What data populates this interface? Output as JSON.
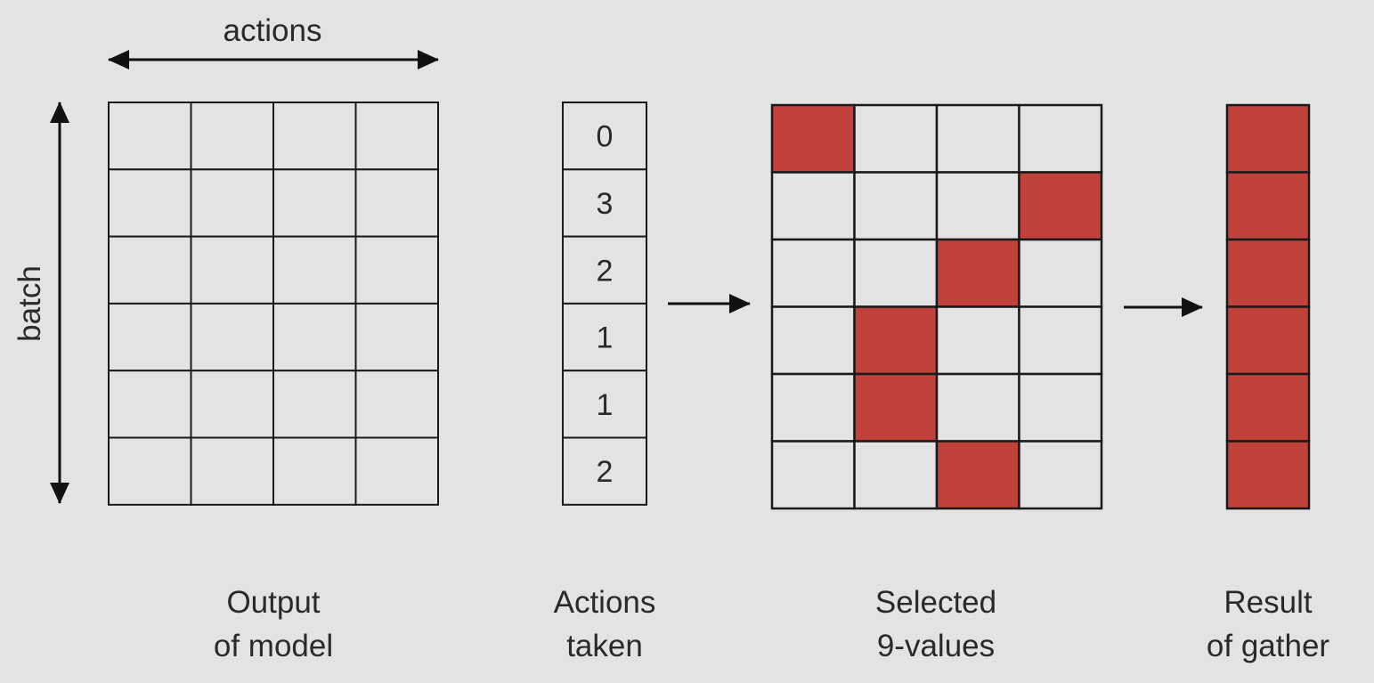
{
  "axes": {
    "actions_label": "actions",
    "batch_label": "batch"
  },
  "actions_taken": [
    "0",
    "3",
    "2",
    "1",
    "1",
    "2"
  ],
  "grid": {
    "rows": 6,
    "cols": 4
  },
  "captions": {
    "output": [
      "Output",
      "of model"
    ],
    "actions": [
      "Actions",
      "taken"
    ],
    "selected": [
      "Selected",
      "9-values"
    ],
    "result": [
      "Result",
      "of gather"
    ]
  },
  "colors": {
    "background": "#e3e3e3",
    "selected_fill": "#c1413b",
    "cell_fill": "#e3e3e3",
    "grid_line": "#1a1a1a",
    "grid_line_light": "#6a6a6a"
  }
}
